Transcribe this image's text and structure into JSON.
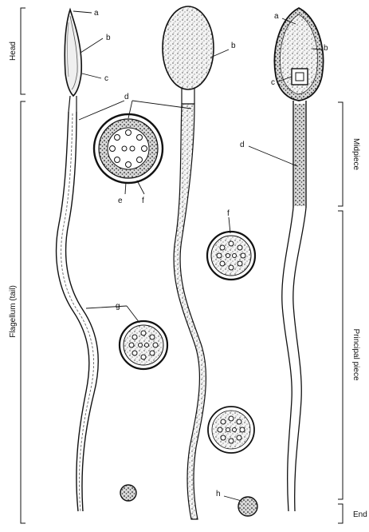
{
  "figure": {
    "region_labels": {
      "head": "Head",
      "flagellum": "Flagellum (tail)",
      "midpiece": "Midpiece",
      "principal_piece": "Principal piece",
      "end": "End"
    },
    "part_letters": {
      "a1": "a",
      "b1": "b",
      "c1": "c",
      "d_top": "d",
      "e": "e",
      "f1": "f",
      "g": "g",
      "b2": "b",
      "a3": "a",
      "b3": "b",
      "c3": "c",
      "d3": "d",
      "f2": "f",
      "h": "h"
    },
    "colors": {
      "ink": "#111111",
      "paper": "#ffffff",
      "stipple": "#555555"
    }
  }
}
